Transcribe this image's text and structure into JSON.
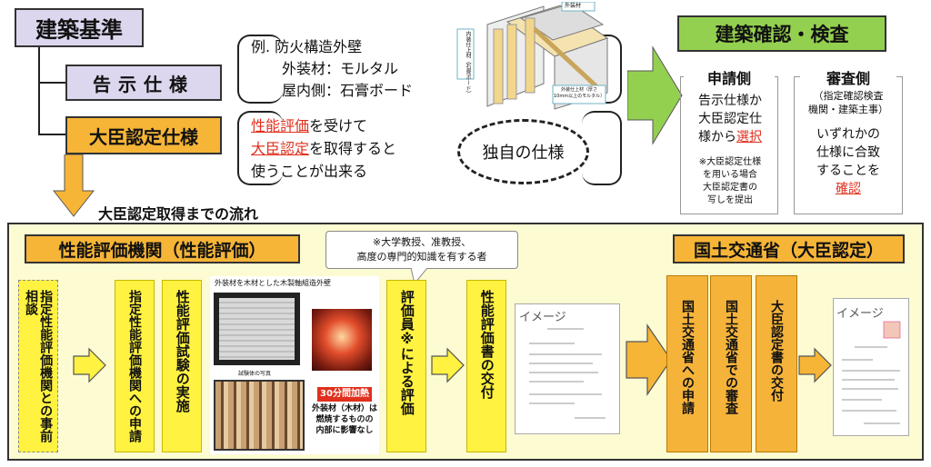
{
  "hierarchy": {
    "title": "建築基準",
    "notified_spec": "告示仕様",
    "minister_spec": "大臣認定仕様"
  },
  "example": {
    "line1": "例. 防火構造外壁",
    "line2": "外装材：モルタル",
    "line3": "屋内側：石膏ボード"
  },
  "wall_diagram": {
    "label_top": "外装材",
    "label_left": "内装仕上材（石膏ボード）",
    "label_bottom": "外装仕上材（厚さ10mm以上のモルタル）"
  },
  "minister_desc": {
    "part1": "性能評価",
    "part2": "を受けて",
    "part3": "大臣認定",
    "part4": "を取得すると",
    "part5": "使うことが出来る"
  },
  "original_spec": "独自の仕様",
  "confirm": {
    "title": "建築確認・検査",
    "applicant": {
      "header": "申請側",
      "text1": "告示仕様か",
      "text2": "大臣認定仕",
      "text3": "様から",
      "select": "選択",
      "note1": "※大臣認定仕様",
      "note2": "を用いる場合",
      "note3": "大臣認定書の",
      "note4": "写しを提出"
    },
    "reviewer": {
      "header": "審査側",
      "sub1": "（指定確認検査",
      "sub2": "機関・建築主事）",
      "text1": "いずれかの",
      "text2": "仕様に合致",
      "text3": "することを",
      "confirm": "確認"
    }
  },
  "flow_label": "大臣認定取得までの流れ",
  "process": {
    "eval_org_title": "性能評価機関（性能評価）",
    "mlit_title": "国土交通省（大臣認定）",
    "callout1": "※大学教授、准教授、",
    "callout2": "高度の専門的知識を有する者",
    "steps": {
      "prior": "指定性能評価機関との事前相談",
      "apply_org": "指定性能評価機関への申請",
      "test": "性能評価試験の実施",
      "evaluation": "評価員※による評価",
      "issue_report": "性能評価書の交付",
      "apply_mlit": "国土交通省への申請",
      "review": "国土交通省での審査",
      "issue_cert": "大臣認定書の交付"
    },
    "photo": {
      "caption": "外装材を木材とした木製軸組造外壁",
      "sample_label": "試験体の写真",
      "heat_label": "30分間加熱",
      "result1": "外装材（木材）は",
      "result2": "燃焼するものの",
      "result3": "内部に影響なし"
    },
    "image_label1": "イメージ",
    "image_label2": "イメージ"
  },
  "colors": {
    "purple": "#dcd7ee",
    "orange": "#f6b537",
    "green": "#93d050",
    "yellow": "#fff240",
    "panel_bg": "#fdfbd2",
    "red": "#e0301e"
  }
}
